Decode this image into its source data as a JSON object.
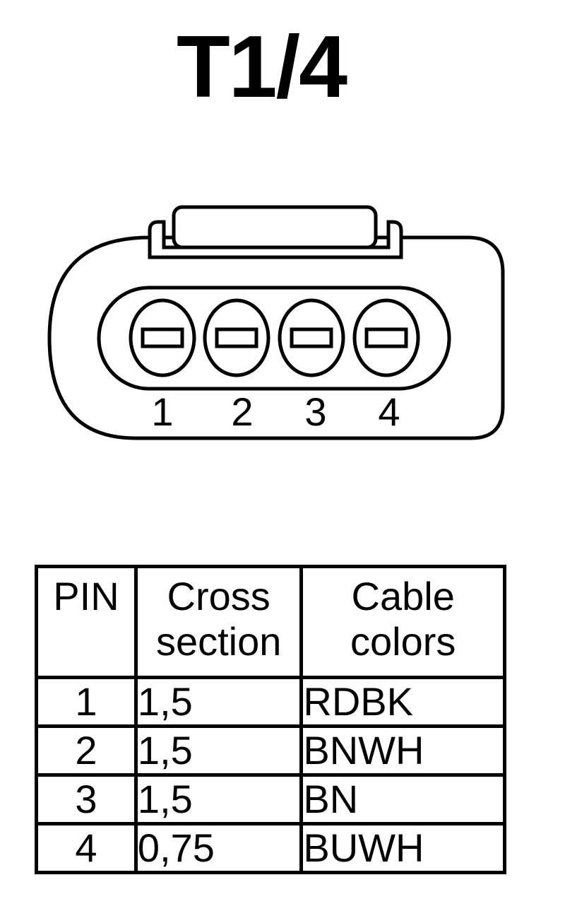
{
  "connector": {
    "title": "T1/4",
    "pin_labels": [
      "1",
      "2",
      "3",
      "4"
    ]
  },
  "table": {
    "headers": {
      "pin": "PIN",
      "cross_line1": "Cross",
      "cross_line2": "section",
      "color_line1": "Cable",
      "color_line2": "colors"
    },
    "rows": [
      {
        "pin": "1",
        "cross_section": "1,5",
        "color": "RDBK"
      },
      {
        "pin": "2",
        "cross_section": "1,5",
        "color": "BNWH"
      },
      {
        "pin": "3",
        "cross_section": "1,5",
        "color": "BN"
      },
      {
        "pin": "4",
        "cross_section": "0,75",
        "color": "BUWH"
      }
    ]
  }
}
